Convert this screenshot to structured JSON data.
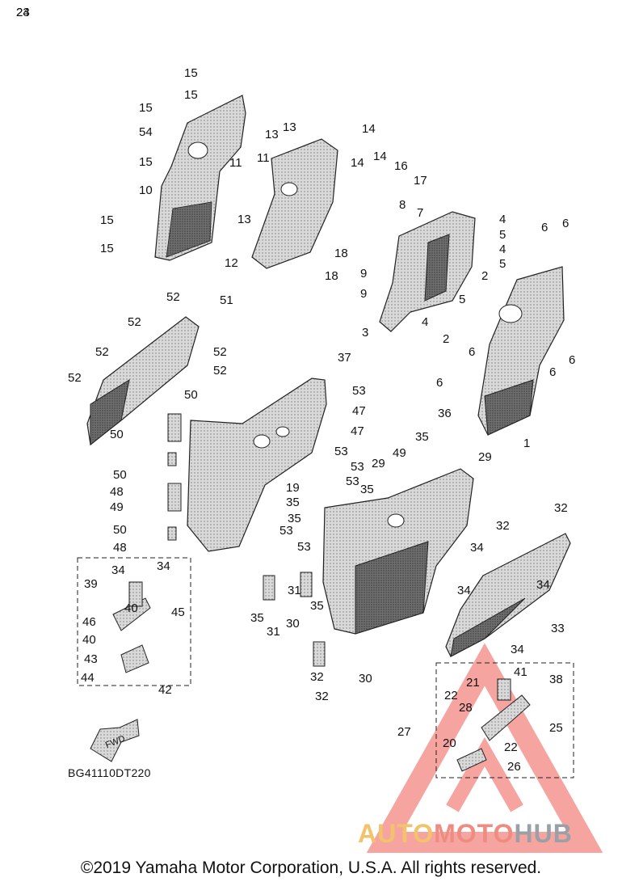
{
  "diagram": {
    "drawing_code": "BG41110DT220",
    "fwd_label": "FWD",
    "copyright": "©2019 Yamaha Motor Corporation, U.S.A. All rights reserved.",
    "watermark": {
      "part1": "AUTO",
      "part2": "MOTO",
      "part3": "HUB",
      "colors": [
        "#f2c36b",
        "#ef8c82",
        "#9aa0a6"
      ]
    },
    "part_callouts": [
      "15",
      "15",
      "15",
      "54",
      "15",
      "10",
      "15",
      "15",
      "13",
      "13",
      "11",
      "11",
      "13",
      "12",
      "14",
      "14",
      "14",
      "16",
      "17",
      "18",
      "18",
      "8",
      "7",
      "9",
      "9",
      "3",
      "4",
      "5",
      "4",
      "5",
      "2",
      "5",
      "4",
      "2",
      "6",
      "6",
      "6",
      "6",
      "36",
      "6",
      "6",
      "1",
      "52",
      "52",
      "51",
      "52",
      "52",
      "52",
      "52",
      "37",
      "53",
      "47",
      "53",
      "47",
      "53",
      "53",
      "53",
      "53",
      "50",
      "50",
      "48",
      "49",
      "50",
      "50",
      "48",
      "49",
      "29",
      "35",
      "29",
      "35",
      "19",
      "35",
      "35",
      "31",
      "35",
      "35",
      "31",
      "30",
      "32",
      "32",
      "30",
      "32",
      "32",
      "34",
      "34",
      "34",
      "33",
      "34",
      "34",
      "34",
      "39",
      "40",
      "45",
      "46",
      "40",
      "43",
      "44",
      "42",
      "41",
      "38",
      "21",
      "22",
      "28",
      "25",
      "27",
      "22",
      "20",
      "26",
      "23",
      "24"
    ]
  }
}
